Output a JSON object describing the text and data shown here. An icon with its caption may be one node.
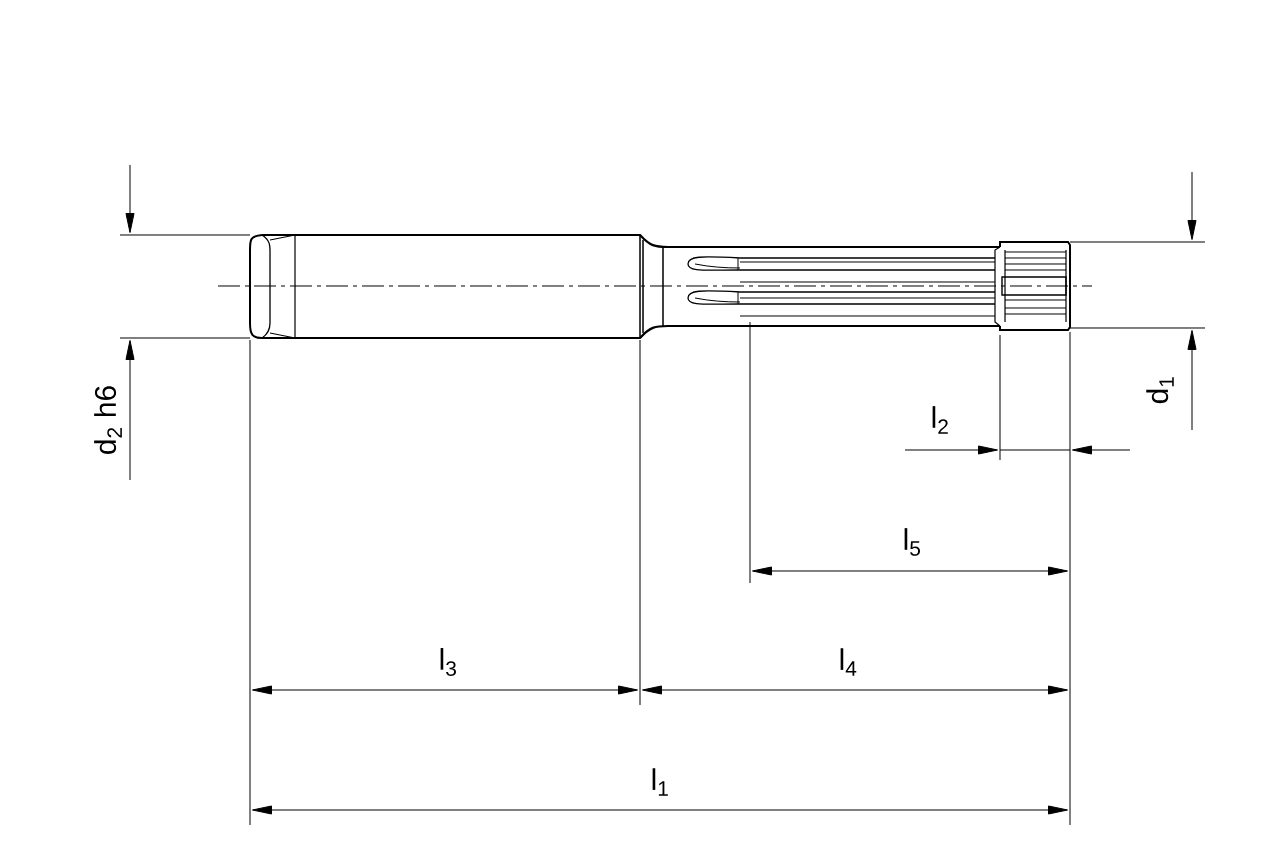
{
  "diagram": {
    "labels": [
      "d$_{2}$ h6",
      "d$_{1}$",
      "l$_{2}$",
      "l$_{5}$",
      "l$_{3}$",
      "l$_{4}$",
      "l$_{1}$"
    ]
  }
}
